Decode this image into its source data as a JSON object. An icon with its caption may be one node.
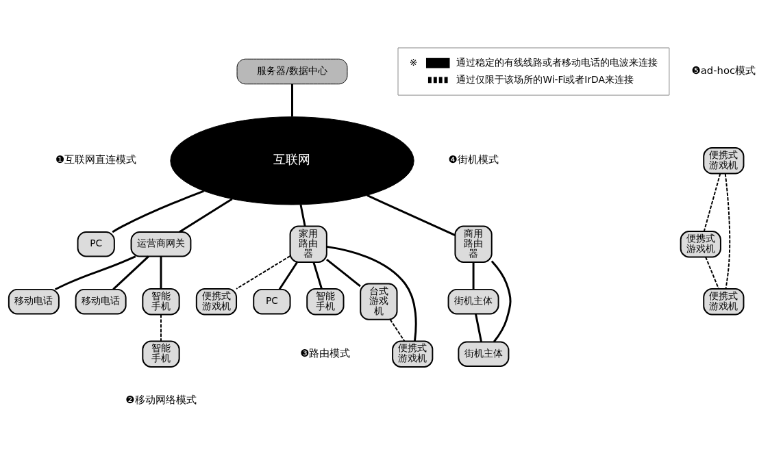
{
  "diagram": {
    "nodes": [
      {
        "text": [
          "服务器/数据中心"
        ]
      },
      {
        "text": [
          "互联网"
        ]
      },
      {
        "text": [
          "PC"
        ]
      },
      {
        "text": [
          "运营商网关"
        ]
      },
      {
        "text": [
          "移动电话"
        ]
      },
      {
        "text": [
          "移动电话"
        ]
      },
      {
        "text": [
          "智能手机"
        ]
      },
      {
        "text": [
          "智能手机"
        ]
      },
      {
        "text": [
          "家用路由器"
        ]
      },
      {
        "text": [
          "便携式游戏机"
        ]
      },
      {
        "text": [
          "PC"
        ]
      },
      {
        "text": [
          "智能手机"
        ]
      },
      {
        "text": [
          "台式游戏机"
        ]
      },
      {
        "text": [
          "便携式游戏机"
        ]
      },
      {
        "text": [
          "商用路由器"
        ]
      },
      {
        "text": [
          "街机主体"
        ]
      },
      {
        "text": [
          "街机主体"
        ]
      },
      {
        "text": [
          "便携式游戏机"
        ]
      },
      {
        "text": [
          "便携式游戏机"
        ]
      },
      {
        "text": [
          "便携式游戏机"
        ]
      }
    ],
    "edges": [
      {
        "from": 0,
        "to": 1,
        "arrow": "none"
      },
      {
        "from": 1,
        "to": 2,
        "arrow": "none"
      },
      {
        "from": 1,
        "to": 3,
        "arrow": "none"
      },
      {
        "from": 3,
        "to": 4,
        "arrow": "none"
      },
      {
        "from": 3,
        "to": 5,
        "arrow": "none"
      },
      {
        "from": 3,
        "to": 6,
        "arrow": "none"
      },
      {
        "from": 6,
        "to": 7,
        "arrow": "none",
        "style": "dashed"
      },
      {
        "from": 1,
        "to": 8,
        "arrow": "none"
      },
      {
        "from": 8,
        "to": 9,
        "arrow": "none",
        "style": "dashed"
      },
      {
        "from": 8,
        "to": 10,
        "arrow": "none"
      },
      {
        "from": 8,
        "to": 11,
        "arrow": "none"
      },
      {
        "from": 8,
        "to": 12,
        "arrow": "none"
      },
      {
        "from": 8,
        "to": 13,
        "arrow": "none"
      },
      {
        "from": 12,
        "to": 13,
        "arrow": "none",
        "style": "dashed"
      },
      {
        "from": 1,
        "to": 14,
        "arrow": "none"
      },
      {
        "from": 14,
        "to": 15,
        "arrow": "none"
      },
      {
        "from": 14,
        "to": 16,
        "arrow": "none"
      },
      {
        "from": 15,
        "to": 16,
        "arrow": "none"
      },
      {
        "from": 17,
        "to": 18,
        "arrow": "none",
        "style": "dashed"
      },
      {
        "from": 17,
        "to": 19,
        "arrow": "none",
        "style": "dashed"
      },
      {
        "from": 18,
        "to": 19,
        "arrow": "none",
        "style": "dashed"
      }
    ],
    "labels": [
      "※",
      "❶互联网直连模式",
      "❹街机模式",
      "❺ad-hoc模式",
      "❷移动网络模式",
      "❸路由模式"
    ],
    "legend": [
      {
        "text": "通过稳定的有线线路或者移动电话的电波来连接"
      },
      {
        "text": "通过仅限于该场所的Wi-Fi或者IrDA来连接"
      }
    ]
  }
}
